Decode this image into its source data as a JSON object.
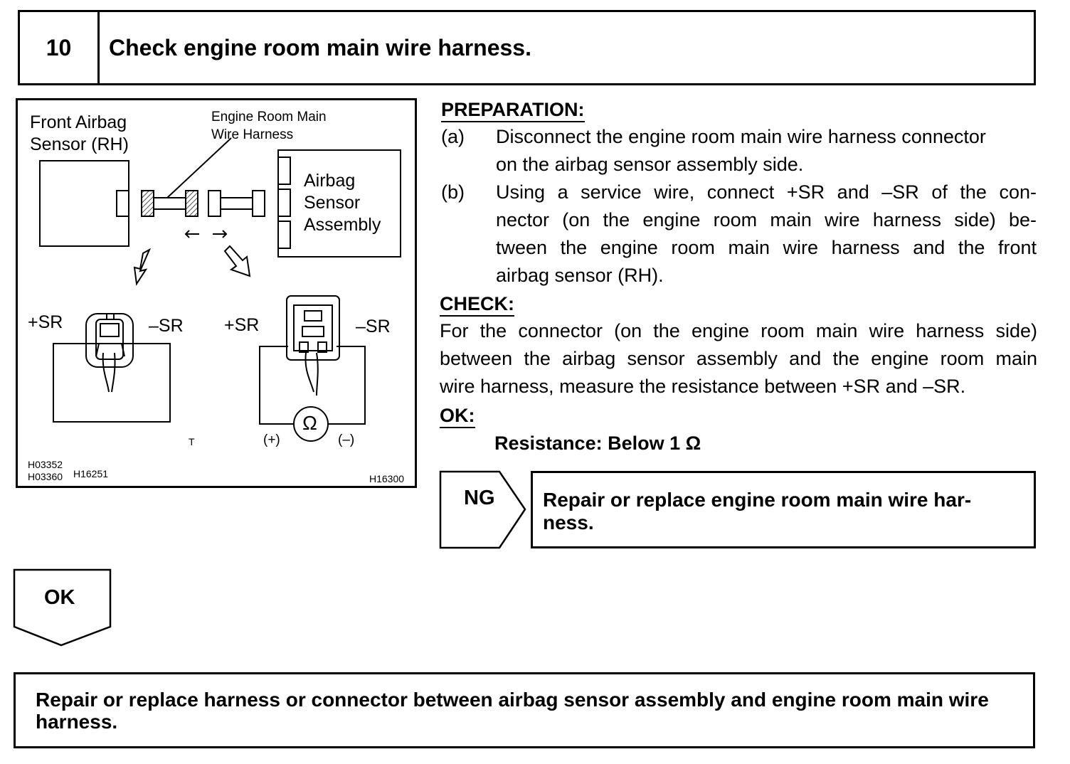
{
  "header": {
    "step_number": "10",
    "title": "Check engine room main wire harness."
  },
  "figure": {
    "front_sensor_label_1": "Front Airbag",
    "front_sensor_label_2": "Sensor (RH)",
    "harness_label_1": "Engine Room Main",
    "harness_label_2": "Wire Harness",
    "assembly_label_1": "Airbag",
    "assembly_label_2": "Sensor",
    "assembly_label_3": "Assembly",
    "left_plus": "+SR",
    "left_minus": "–SR",
    "right_plus": "+SR",
    "right_minus": "–SR",
    "ohm_symbol": "Ω",
    "probe_plus": "(+)",
    "probe_minus": "(–)",
    "mark_t": "T",
    "code_1": "H03352",
    "code_2": "H03360",
    "code_3": "H16251",
    "code_4": "H16300"
  },
  "preparation": {
    "heading": "PREPARATION:",
    "a_label": "(a)",
    "a_line1": "Disconnect the engine room main wire harness connector",
    "a_line2": "on the airbag sensor assembly side.",
    "b_label": "(b)",
    "b_line1": "Using a service wire, connect +SR and –SR of the con-",
    "b_line2": "nector (on the engine room main wire harness side) be-",
    "b_line3": "tween the engine room main wire harness and the front",
    "b_line4": "airbag sensor (RH)."
  },
  "check": {
    "heading": "CHECK:",
    "line1": "For the connector (on the engine room main wire harness side)",
    "line2": "between the airbag sensor assembly and the engine room main",
    "line3": "wire harness, measure the resistance between +SR and –SR."
  },
  "ok_spec": {
    "heading": "OK:",
    "value": "Resistance: Below 1 Ω"
  },
  "ng": {
    "label": "NG",
    "result": "Repair or replace engine room main wire har-\nness."
  },
  "ok_branch": {
    "label": "OK"
  },
  "final": {
    "text": "Repair or replace harness or connector between airbag sensor assembly and engine room main wire harness."
  }
}
